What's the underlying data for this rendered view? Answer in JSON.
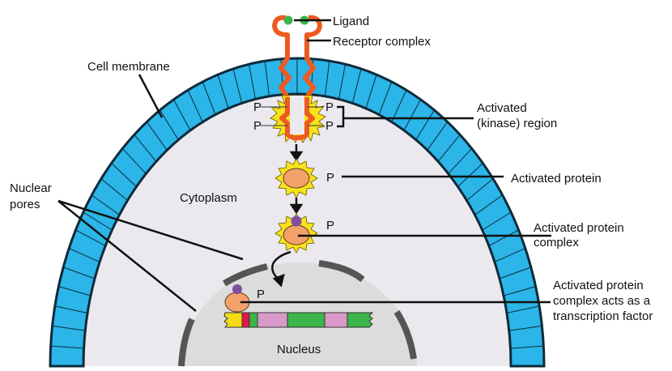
{
  "diagram": {
    "title": "Receptor-mediated signal transduction",
    "colors": {
      "membrane": "#2bb5e8",
      "cytoplasm": "#ece9ee",
      "nucleus": "#dcdcdc",
      "envelope": "#555555",
      "receptor": "#ee5a22",
      "ligand": "#3cb54a",
      "kinase_burst": "#f7e21b",
      "protein": "#f3a16a",
      "cofactor": "#7f4ea3",
      "dna_yellow": "#f4dc17",
      "dna_red": "#e2174f",
      "dna_green": "#3cb54a",
      "dna_pink": "#d99ac8"
    },
    "labels": {
      "ligand": "Ligand",
      "receptor_complex": "Receptor complex",
      "cell_membrane": "Cell membrane",
      "activated_region_line1": "Activated",
      "activated_region_line2": "(kinase) region",
      "activated_protein": "Activated protein",
      "cytoplasm": "Cytoplasm",
      "nuclear_pores_line1": "Nuclear",
      "nuclear_pores_line2": "pores",
      "protein_complex_line1": "Activated protein",
      "protein_complex_line2": "complex",
      "transcription_line1": "Activated protein",
      "transcription_line2": "complex acts as a",
      "transcription_line3": "transcription factor",
      "nucleus": "Nucleus",
      "phosphate": "P"
    }
  }
}
